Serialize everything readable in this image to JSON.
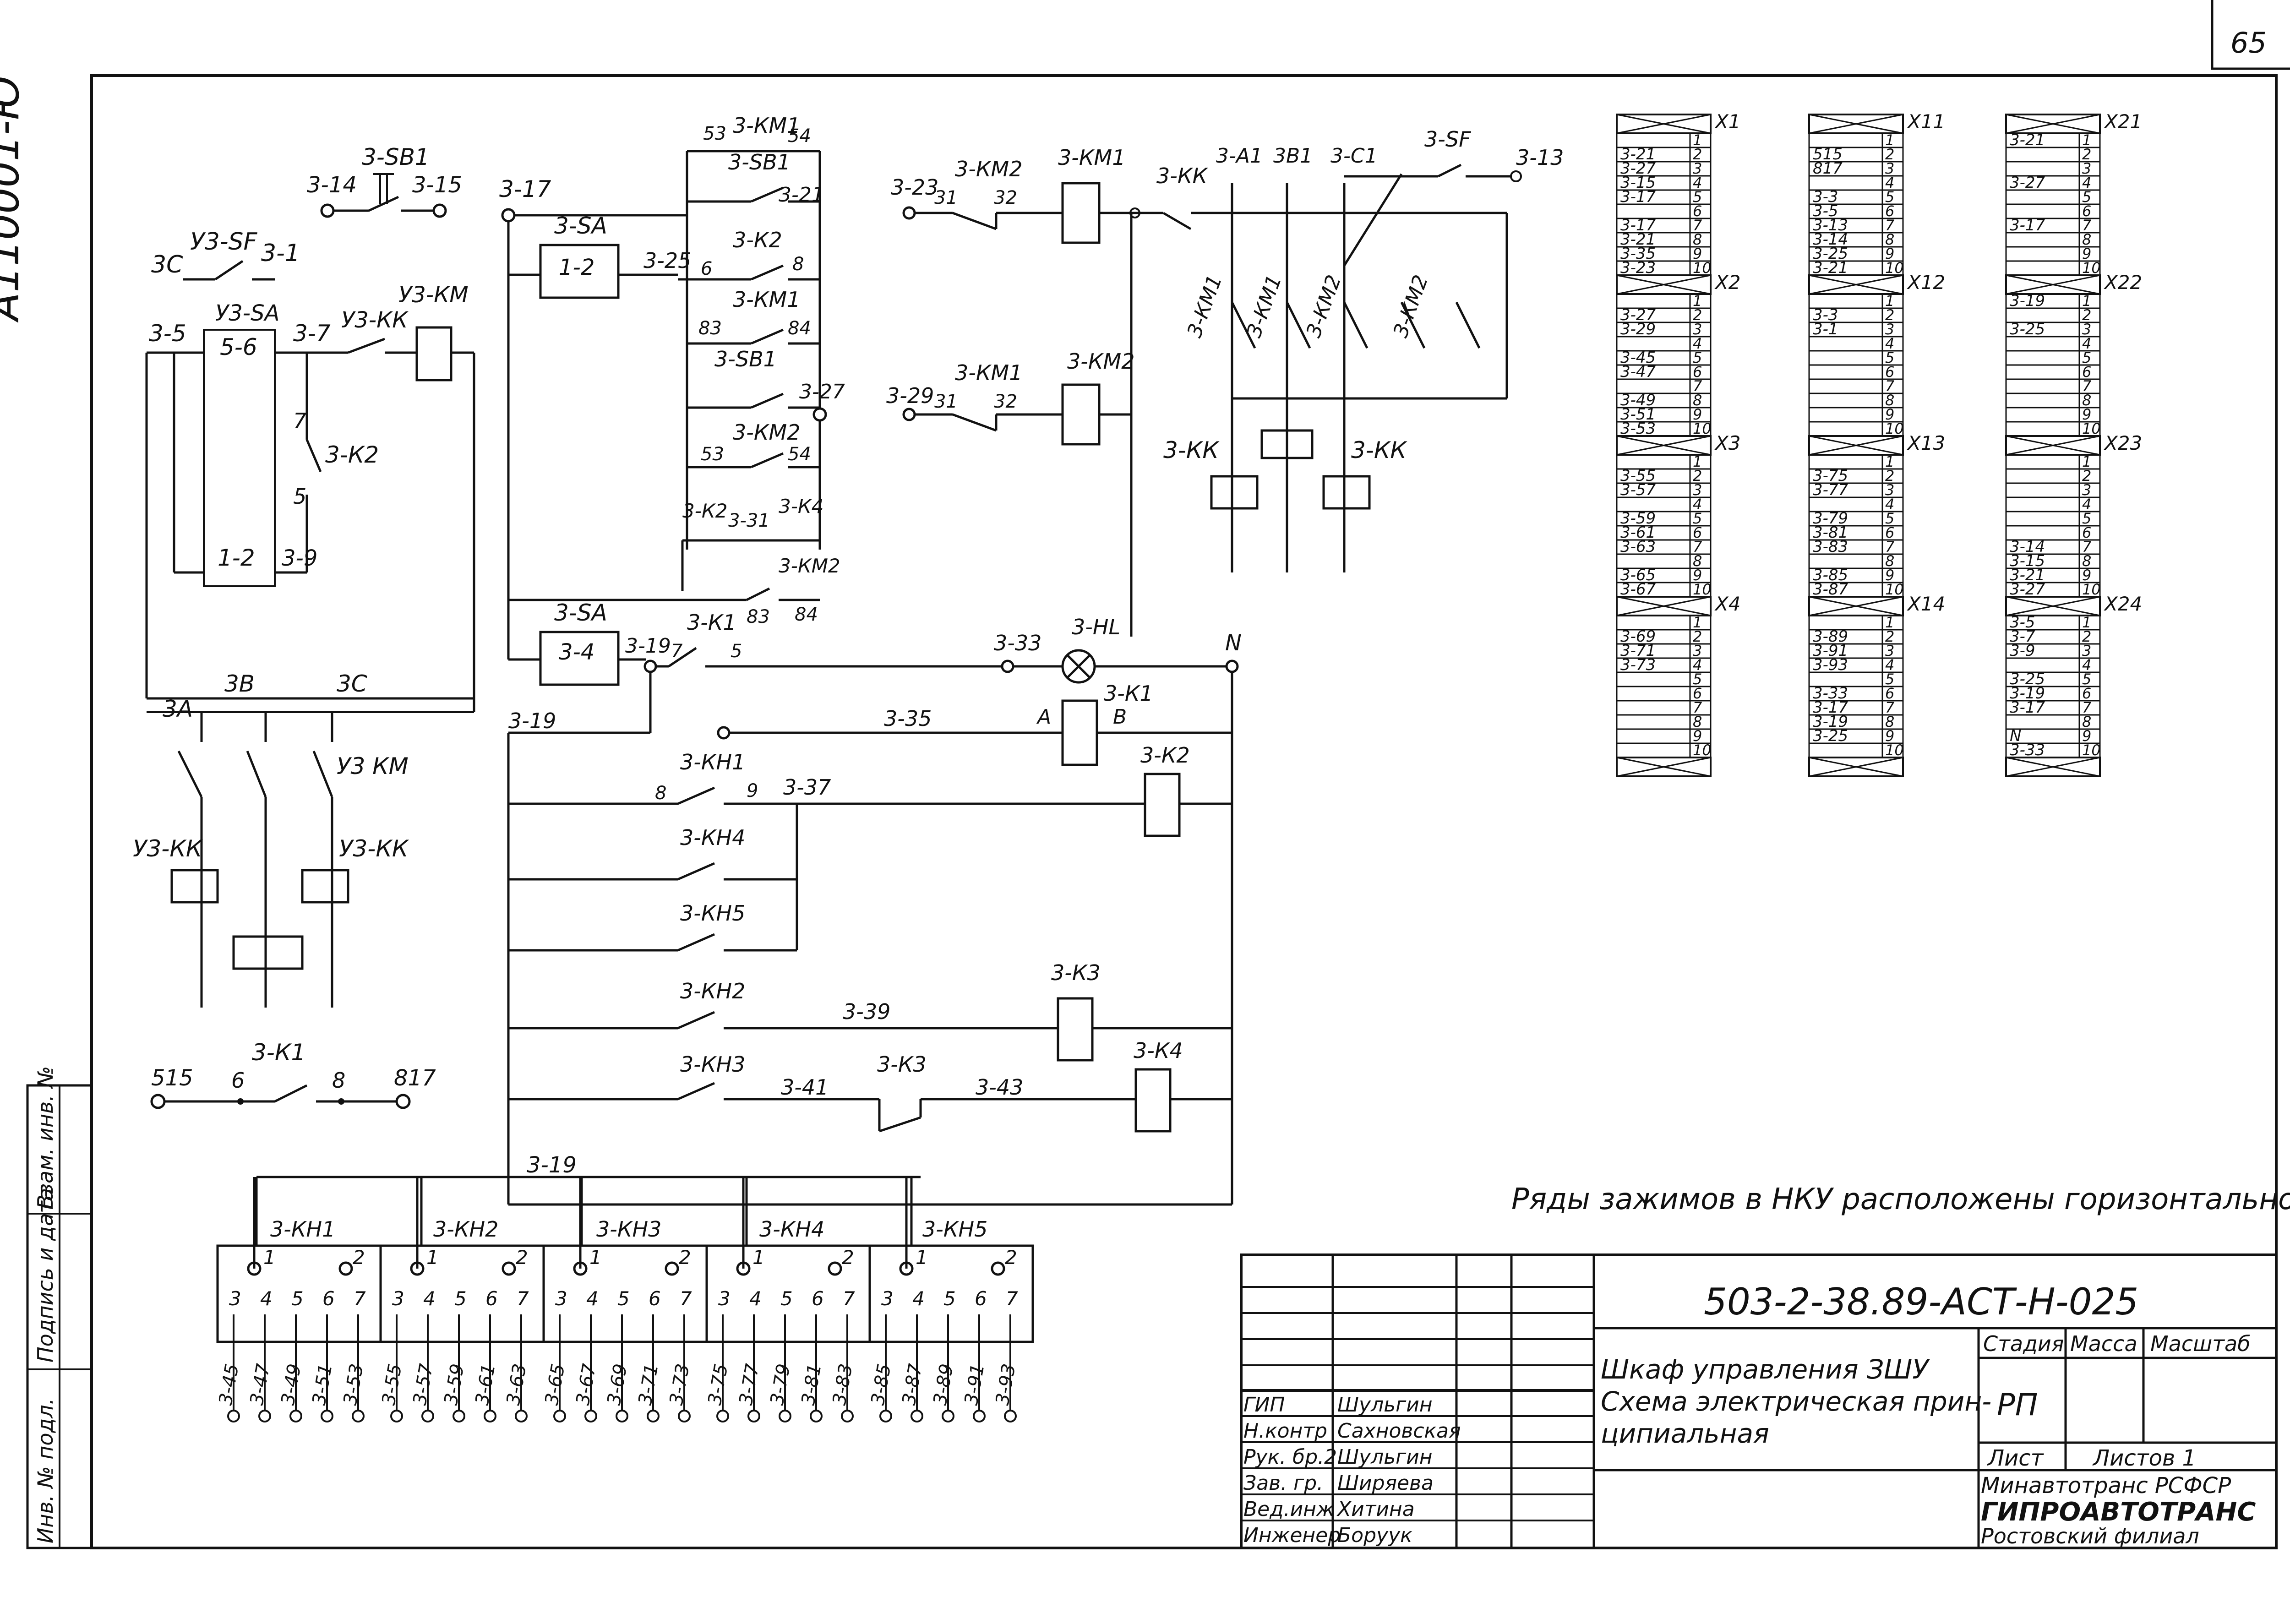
{
  "sheet": {
    "page_number": "65",
    "left_vertical_label": "А110001-Ю"
  },
  "left_side_stamp": {
    "fields": [
      "Инв. № подл.",
      "Подпись и дата",
      "Взам. инв. №"
    ]
  },
  "note": "Ряды зажимов в НКУ расположены горизонтально",
  "title_block": {
    "doc_code": "503-2-38.89-АСТ-Н-025",
    "title": [
      "Шкаф управления ЗШУ",
      "Схема электрическая прин-",
      "ципиальная"
    ],
    "roles": [
      "ГИП",
      "Н.контр",
      "Рук. бр.2",
      "Зав. гр.",
      "Вед.инж",
      "Инженер"
    ],
    "names": [
      "Шульгин",
      "Сахновская",
      "Шульгин",
      "Ширяева",
      "Хитина",
      "Боруук"
    ],
    "headers": {
      "stage": "Стадия",
      "mass": "Масса",
      "scale": "Масштаб"
    },
    "stage_value": "РП",
    "sheet_label": "Лист",
    "sheets_label": "Листов 1",
    "org": [
      "Минавтотранс РСФСР",
      "ГИПРОАВТОТРАНС",
      "Ростовский филиал"
    ]
  },
  "labels": {
    "u3_sf": "У3-SF",
    "3c": "3C",
    "3_1": "3-1",
    "u3_sa": "У3-SA",
    "c15_6": "5-6",
    "c1_2": "1-2",
    "n3_5": "3-5",
    "n3_7": "3-7",
    "n3_9": "3-9",
    "u3_kk": "У3-КК",
    "u3_km": "У3-КМ",
    "k_3k2": "3-К2",
    "d7": "7",
    "d5": "5",
    "n3a": "3А",
    "n3b": "3В",
    "n3c": "3С",
    "u3km_lbl": "У3 КМ",
    "u3kk_l": "У3-КК",
    "u3kk_r": "У3-КК",
    "sb1": "3-SB1",
    "n3_14": "3-14",
    "n3_15": "3-15",
    "k1_lbl": "3-К1",
    "n515": "515",
    "n817": "817",
    "d6": "6",
    "d8": "8",
    "n3_17": "3-17",
    "sa_a": "3-SA",
    "sa_a_c": "1-2",
    "n3_25": "3-25",
    "km1_hold": "3-КМ1",
    "d53": "53",
    "d54": "54",
    "sb1_b": "3-SB1",
    "n3_21": "3-21",
    "k2_b": "3-К2",
    "d6b": "6",
    "d8b": "8",
    "km1_b": "3-КМ1",
    "d83": "83",
    "d84": "84",
    "sb1_c": "3-SB1",
    "n3_27": "3-27",
    "km2_b": "3-КМ2",
    "d53b": "53",
    "d54b": "54",
    "k2_c": "3-К2",
    "k31": "3-31",
    "k4_c": "3-К4",
    "km2_c": "3-КМ2",
    "d83b": "83",
    "d84b": "84",
    "sa_b": "3-SA",
    "sa_b_c": "3-4",
    "n3_19": "3-19",
    "k1_c": "3-К1",
    "d7b": "7",
    "d5b": "5",
    "n3_33": "3-33",
    "hl": "3-HL",
    "N": "N",
    "n3_23": "3-23",
    "km2_d": "3-КМ2",
    "d31": "31",
    "d32": "32",
    "km1_coil": "3-КМ1",
    "A": "А",
    "B": "В",
    "n3_29": "3-29",
    "km1_e": "3-КМ1",
    "d31b": "31",
    "d32b": "32",
    "km2_coil": "3-КМ2",
    "kk": "3-КК",
    "a1": "3-А1",
    "b1": "3В1",
    "c1": "3-С1",
    "sf": "3-SF",
    "n3_13": "3-13",
    "km1_p1": "3-КМ1",
    "km1_p2": "3-КМ1",
    "km2_p1": "3-КМ2",
    "km2_p2": "3-КМ2",
    "kk_l": "3-КК",
    "kk_r": "3-КК",
    "n3_35": "3-35",
    "k1_coil": "3-К1",
    "kh1": "3-КН1",
    "n3_37": "3-37",
    "k2_coil": "3-К2",
    "kh4": "3-КН4",
    "kh5": "3-КН5",
    "kh2": "3-КН2",
    "n3_39": "3-39",
    "k3_coil": "3-К3",
    "kh3": "3-КН3",
    "n3_41": "3-41",
    "k3_c": "3-К3",
    "n3_43": "3-43",
    "k4_coil": "3-К4",
    "n3_19b": "3-19",
    "n3_19c": "3-19",
    "d3": "3",
    "d1": "1",
    "d9": "9"
  },
  "kn_blocks": [
    {
      "name": "3-КН1",
      "wires": [
        "3-45",
        "3-47",
        "3-49",
        "3-51",
        "3-53"
      ]
    },
    {
      "name": "3-КН2",
      "wires": [
        "3-55",
        "3-57",
        "3-59",
        "3-61",
        "3-63"
      ]
    },
    {
      "name": "3-КН3",
      "wires": [
        "3-65",
        "3-67",
        "3-69",
        "3-71",
        "3-73"
      ]
    },
    {
      "name": "3-КН4",
      "wires": [
        "3-75",
        "3-77",
        "3-79",
        "3-81",
        "3-83"
      ]
    },
    {
      "name": "3-КН5",
      "wires": [
        "3-85",
        "3-87",
        "3-89",
        "3-91",
        "3-93"
      ]
    }
  ],
  "kn_pins": [
    "1",
    "2",
    "3",
    "4",
    "5",
    "6",
    "7"
  ],
  "terminal_strips": [
    {
      "column": "A",
      "groups": [
        {
          "name": "X1",
          "rows": [
            "",
            "3-21",
            "3-27",
            "3-15",
            "3-17",
            "",
            "3-17",
            "3-21",
            "3-35",
            "3-23"
          ]
        },
        {
          "name": "X2",
          "rows": [
            "",
            "3-27",
            "3-29",
            "",
            "3-45",
            "3-47",
            "",
            "3-49",
            "3-51",
            "3-53"
          ]
        },
        {
          "name": "X3",
          "rows": [
            "",
            "3-55",
            "3-57",
            "",
            "3-59",
            "3-61",
            "3-63",
            "",
            "3-65",
            "3-67"
          ]
        },
        {
          "name": "X4",
          "rows": [
            "",
            "3-69",
            "3-71",
            "3-73",
            "",
            "",
            "",
            "",
            "",
            ""
          ]
        }
      ]
    },
    {
      "column": "B",
      "groups": [
        {
          "name": "X11",
          "rows": [
            "",
            "515",
            "817",
            "",
            "3-3",
            "3-5",
            "3-13",
            "3-14",
            "3-25",
            "3-21"
          ]
        },
        {
          "name": "X12",
          "rows": [
            "",
            "3-3",
            "3-1",
            "",
            "",
            "",
            "",
            "",
            "",
            ""
          ]
        },
        {
          "name": "X13",
          "rows": [
            "",
            "3-75",
            "3-77",
            "",
            "3-79",
            "3-81",
            "3-83",
            "",
            "3-85",
            "3-87"
          ]
        },
        {
          "name": "X14",
          "rows": [
            "",
            "3-89",
            "3-91",
            "3-93",
            "",
            "3-33",
            "3-17",
            "3-19",
            "3-25",
            ""
          ]
        }
      ]
    },
    {
      "column": "C",
      "groups": [
        {
          "name": "X21",
          "rows": [
            "3-21",
            "",
            "",
            "3-27",
            "",
            "",
            "3-17",
            "",
            "",
            ""
          ]
        },
        {
          "name": "X22",
          "rows": [
            "3-19",
            "",
            "3-25",
            "",
            "",
            "",
            "",
            "",
            "",
            ""
          ]
        },
        {
          "name": "X23",
          "rows": [
            "",
            "",
            "",
            "",
            "",
            "",
            "3-14",
            "3-15",
            "3-21",
            "3-27"
          ]
        },
        {
          "name": "X24",
          "rows": [
            "3-5",
            "3-7",
            "3-9",
            "",
            "3-25",
            "3-19",
            "3-17",
            "",
            "N",
            "3-33"
          ]
        }
      ]
    }
  ],
  "row_numbers": [
    "1",
    "2",
    "3",
    "4",
    "5",
    "6",
    "7",
    "8",
    "9",
    "10"
  ]
}
